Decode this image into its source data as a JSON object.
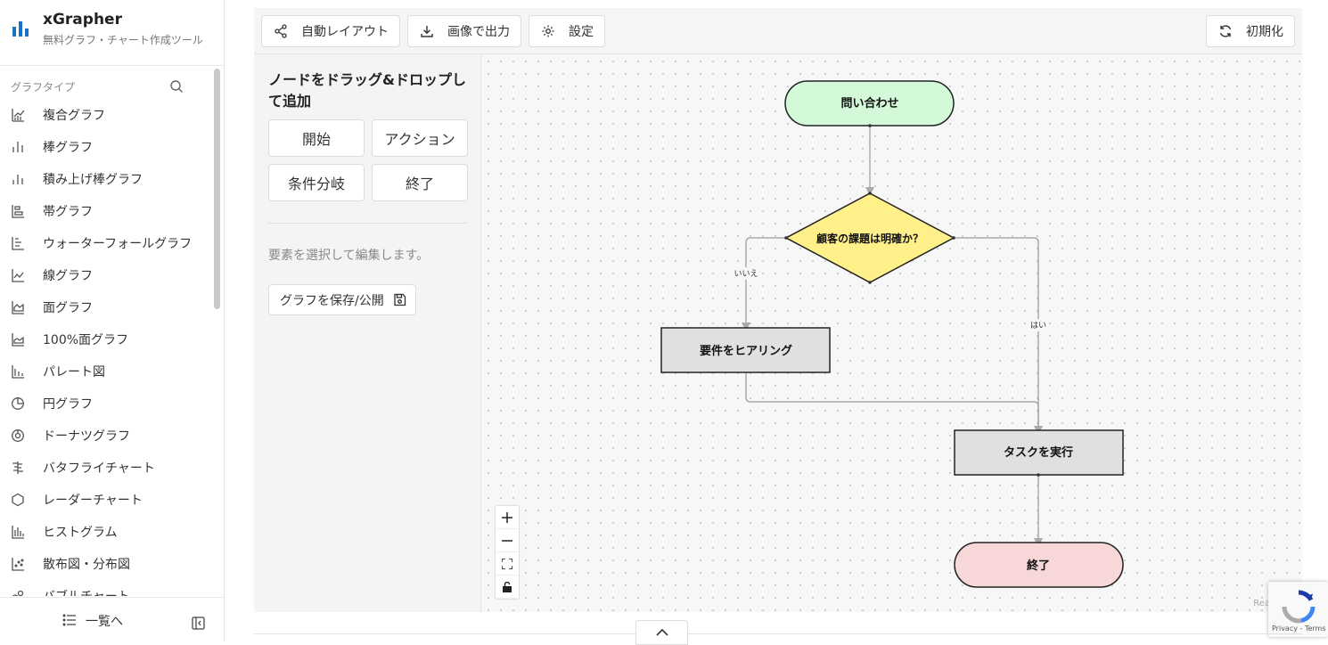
{
  "app": {
    "title": "xGrapher",
    "subtitle": "無料グラフ・チャート作成ツール",
    "accent_color": "#1a73c8"
  },
  "sidebar": {
    "section_title": "グラフタイプ",
    "items": [
      {
        "label": "複合グラフ",
        "icon": "combo-chart-icon"
      },
      {
        "label": "棒グラフ",
        "icon": "bar-chart-icon"
      },
      {
        "label": "積み上げ棒グラフ",
        "icon": "stacked-bar-icon"
      },
      {
        "label": "帯グラフ",
        "icon": "band-chart-icon"
      },
      {
        "label": "ウォーターフォールグラフ",
        "icon": "waterfall-icon"
      },
      {
        "label": "線グラフ",
        "icon": "line-chart-icon"
      },
      {
        "label": "面グラフ",
        "icon": "area-chart-icon"
      },
      {
        "label": "100%面グラフ",
        "icon": "area-100-icon"
      },
      {
        "label": "パレート図",
        "icon": "pareto-icon"
      },
      {
        "label": "円グラフ",
        "icon": "pie-chart-icon"
      },
      {
        "label": "ドーナツグラフ",
        "icon": "donut-chart-icon"
      },
      {
        "label": "バタフライチャート",
        "icon": "butterfly-icon"
      },
      {
        "label": "レーダーチャート",
        "icon": "radar-icon"
      },
      {
        "label": "ヒストグラム",
        "icon": "histogram-icon"
      },
      {
        "label": "散布図・分布図",
        "icon": "scatter-icon"
      },
      {
        "label": "バブルチャート",
        "icon": "bubble-icon"
      }
    ],
    "footer_list_label": "一覧へ"
  },
  "toolbar": {
    "auto_layout": "自動レイアウト",
    "export_image": "画像で出力",
    "settings": "設定",
    "reset": "初期化"
  },
  "panel": {
    "title": "ノードをドラッグ&ドロップして追加",
    "node_buttons": {
      "start": "開始",
      "action": "アクション",
      "condition": "条件分岐",
      "end": "終了"
    },
    "hint": "要素を選択して編集します。",
    "save_label": "グラフを保存/公開"
  },
  "flow": {
    "nodes": {
      "inquiry": {
        "label": "問い合わせ",
        "color": "#d3f9d8"
      },
      "decision": {
        "label": "顧客の課題は明確か？",
        "color": "#fff08a"
      },
      "hearing": {
        "label": "要件をヒアリング",
        "color": "#e0e0e0"
      },
      "task": {
        "label": "タスクを実行",
        "color": "#e0e0e0"
      },
      "end": {
        "label": "終了",
        "color": "#f8d7d8"
      }
    },
    "edges": {
      "no": "いいえ",
      "yes": "はい"
    }
  },
  "canvas": {
    "attribution": "Rea"
  },
  "recaptcha": {
    "terms": "Privacy - Terms"
  }
}
